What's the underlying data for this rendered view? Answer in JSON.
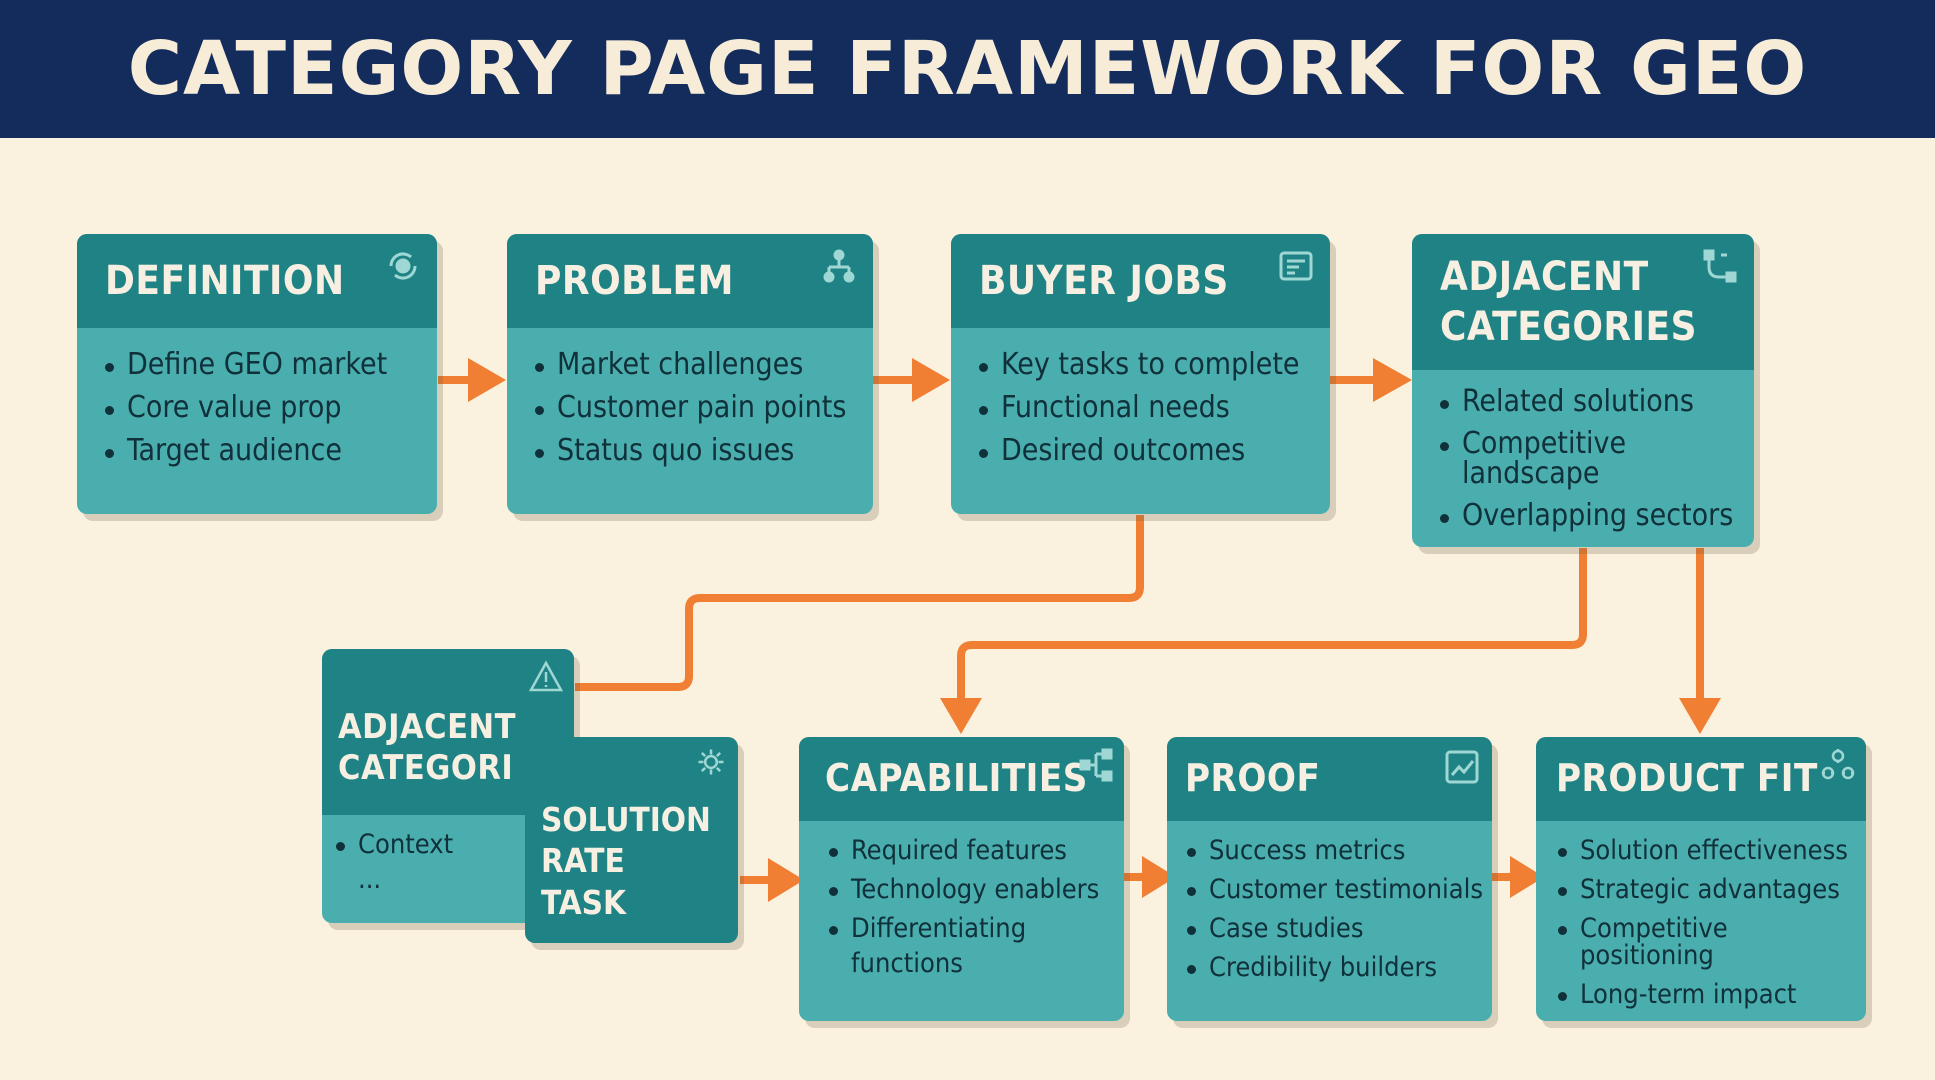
{
  "title": "CATEGORY PAGE FRAMEWORK FOR GEO",
  "colors": {
    "banner": "#142c5c",
    "background": "#faf1de",
    "card_body": "#4aaeae",
    "card_header": "#1f8385",
    "arrow": "#f07f34"
  },
  "cards": {
    "definition": {
      "title": "DEFINITION",
      "icon": "refresh-target-icon",
      "items": [
        "Define GEO market",
        "Core value prop",
        "Target audience"
      ]
    },
    "problem": {
      "title": "PROBLEM",
      "icon": "hierarchy-icon",
      "items": [
        "Market challenges",
        "Customer pain points",
        "Status quo issues"
      ]
    },
    "buyer_jobs": {
      "title": "BUYER JOBS",
      "icon": "checklist-icon",
      "items": [
        "Key tasks to complete",
        "Functional needs",
        "Desired outcomes"
      ]
    },
    "adjacent": {
      "title_line1": "ADJACENT",
      "title_line2": "CATEGORIES",
      "icon": "branch-icon",
      "items": [
        "Related solutions",
        "Competitive landscape",
        "Overlapping sectors"
      ]
    },
    "adjacent_small": {
      "title_line1": "ADJACENT",
      "title_line2": "CATEGORI",
      "icon": "warning-triangle-icon",
      "items": [
        "Context",
        "..."
      ]
    },
    "solution": {
      "line1": "SOLUTION",
      "line2": "RATE",
      "line3": "TASK",
      "icon": "gear-icon"
    },
    "capabilities": {
      "title": "CAPABILITIES",
      "icon": "network-icon",
      "items": [
        "Required features",
        "Technology enablers",
        "Differentiating",
        "functions"
      ]
    },
    "proof": {
      "title": "PROOF",
      "icon": "line-chart-icon",
      "items": [
        "Success metrics",
        "Customer testimonials",
        "Case studies",
        "Credibility builders"
      ]
    },
    "product_fit": {
      "title": "PRODUCT FIT",
      "icon": "gears-icon",
      "items": [
        "Solution effectiveness",
        "Strategic advantages",
        "Competitive positioning",
        "Long-term impact"
      ]
    }
  }
}
